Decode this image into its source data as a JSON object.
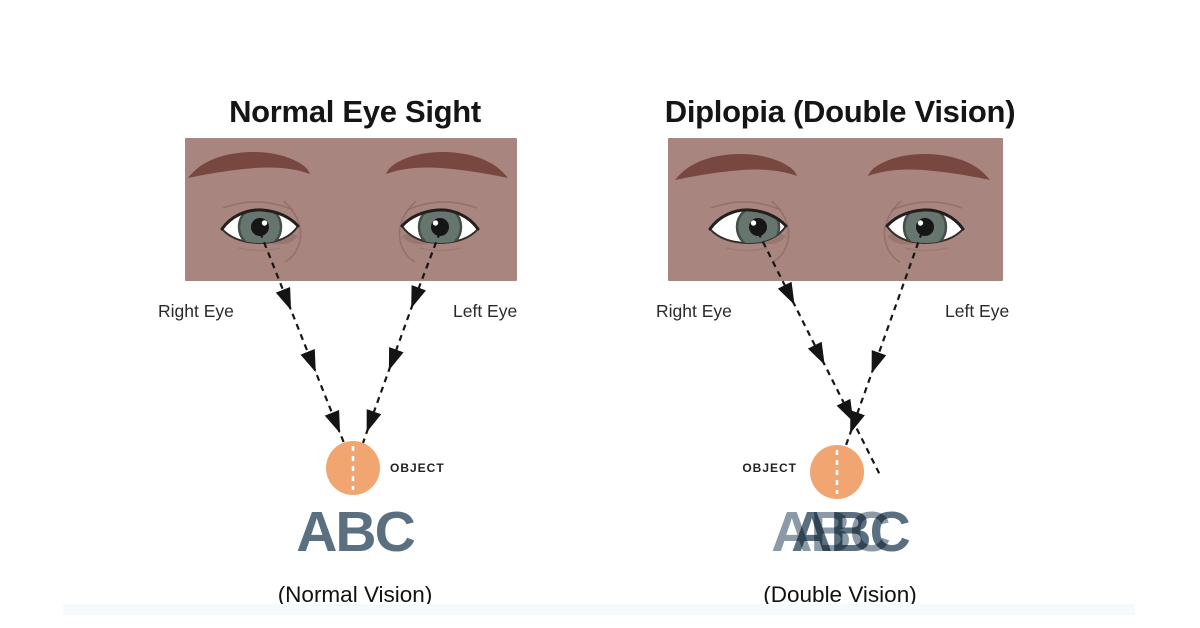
{
  "left_panel": {
    "title": "Normal Eye Sight",
    "right_eye_label": "Right Eye",
    "left_eye_label": "Left Eye",
    "object_label": "OBJECT",
    "abc_text": "ABC",
    "caption": "(Normal Vision)"
  },
  "right_panel": {
    "title": "Diplopia (Double Vision)",
    "right_eye_label": "Right Eye",
    "left_eye_label": "Left Eye",
    "object_label": "OBJECT",
    "abc_text": "ABC",
    "abc_ghost_text": "ABC",
    "caption": "(Double Vision)"
  },
  "colors": {
    "background": "#ffffff",
    "skin": "#a8857e",
    "eyebrow": "#78473f",
    "iris": "#66756e",
    "pupil": "#161616",
    "eye_shadow": "#8d6a63",
    "object_fill": "#f1a671",
    "arrow": "#161616",
    "abc_main": "#5a7080",
    "abc_ghost": "#8b9aa6",
    "text": "#1c1c1c"
  }
}
